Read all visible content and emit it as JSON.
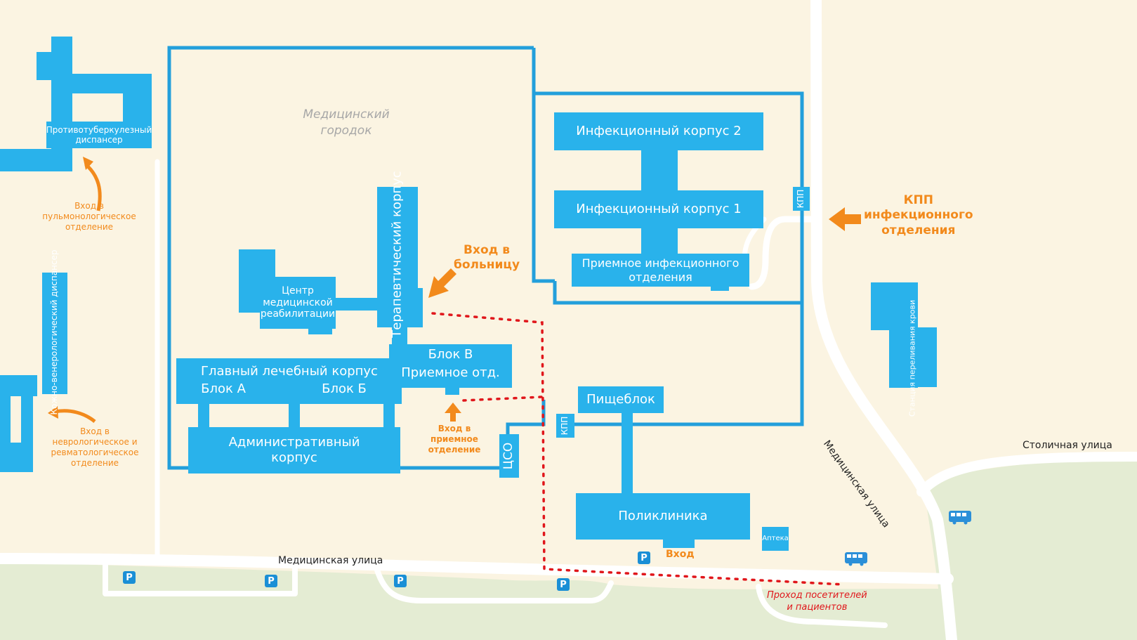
{
  "map": {
    "campus_title": "Медицинский городок",
    "campus_title_lines": [
      "Медицинский",
      "городок"
    ],
    "buildings": {
      "tb_dispensary": [
        "Противотуберкулезный",
        "диспансер"
      ],
      "skin_dispensary": "Кожно-венерологический диспансер",
      "therapeutic": "Терапевтический корпус",
      "rehab_center": [
        "Центр",
        "медицинской",
        "реабилитации"
      ],
      "main_building": "Главный лечебный корпус",
      "block_a": "Блок А",
      "block_b_main": "Блок Б",
      "block_v": "Блок В",
      "reception_dept": "Приемное отд.",
      "admin": [
        "Административный",
        "корпус"
      ],
      "cso": "ЦСО",
      "infect_2": "Инфекционный корпус 2",
      "infect_1": "Инфекционный корпус 1",
      "infect_reception": [
        "Приемное инфекционного",
        "отделения"
      ],
      "kpp_vertical": "КПП",
      "kpp_small": "КПП",
      "food": "Пищеблок",
      "polyclinic": "Поликлиника",
      "pharmacy": "Аптека",
      "blood_station": "Станция переливания крови"
    },
    "annotations": {
      "entrance_hospital": [
        "Вход в",
        "больницу"
      ],
      "kpp_infect": [
        "КПП",
        "инфекционного",
        "отделения"
      ],
      "entrance_pulmo": [
        "Вход в",
        "пульмонологическое",
        "отделение"
      ],
      "entrance_neuro": [
        "Вход в",
        "неврологическое и",
        "ревматологическое",
        "отделение"
      ],
      "entrance_reception": [
        "Вход в",
        "приемное",
        "отделение"
      ],
      "polyclinic_entrance": "Вход",
      "visitor_path": [
        "Проход посетителей",
        "и пациентов"
      ]
    },
    "streets": {
      "medical_street": "Медицинская улица",
      "medical_street_diag": "Медицинская улица",
      "stolichnaya": "Столичная улица"
    },
    "parking_label": "P",
    "colors": {
      "background": "#fbf4e2",
      "building": "#29b2eb",
      "annotation": "#f28a1c",
      "path": "#e0161b",
      "green_area": "#e4ecd3",
      "road": "#ffffff"
    }
  }
}
